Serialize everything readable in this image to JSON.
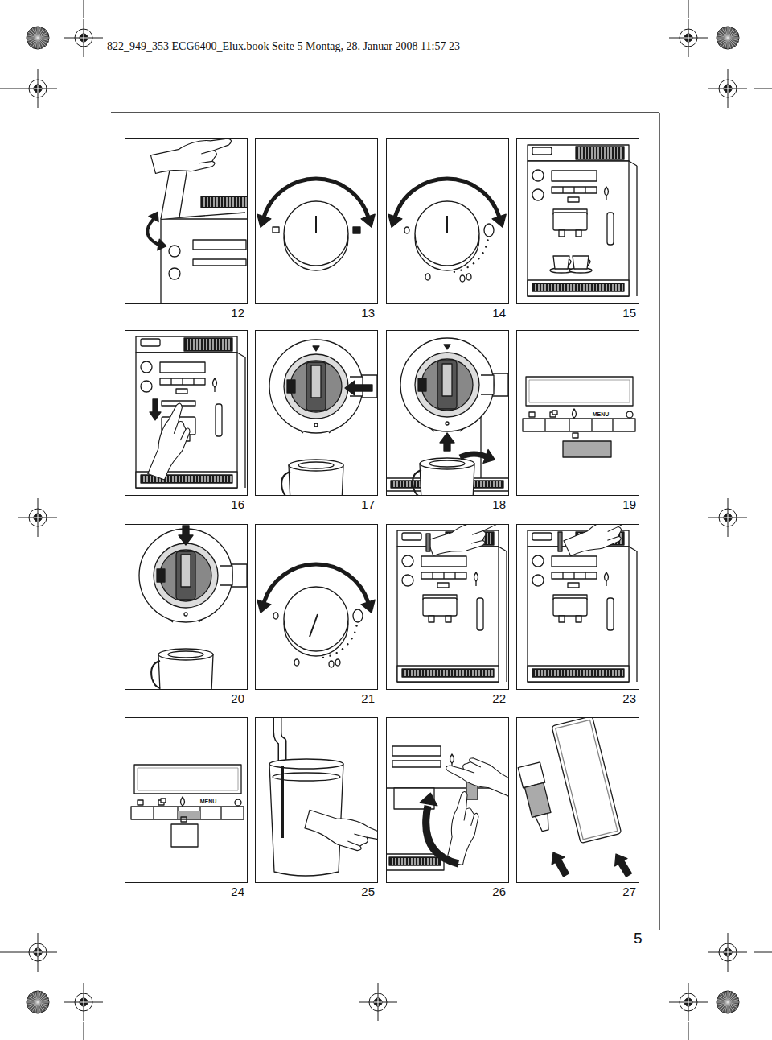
{
  "diagram": {
    "nodes": [
      {
        "text": [
          "12"
        ]
      },
      {
        "text": [
          "13"
        ]
      },
      {
        "text": [
          "14"
        ]
      },
      {
        "text": [
          "15"
        ]
      },
      {
        "text": [
          "16"
        ]
      },
      {
        "text": [
          "17"
        ]
      },
      {
        "text": [
          "18"
        ]
      },
      {
        "text": [
          "19"
        ]
      },
      {
        "text": [
          "20"
        ]
      },
      {
        "text": [
          "21"
        ]
      },
      {
        "text": [
          "22"
        ]
      },
      {
        "text": [
          "23"
        ]
      },
      {
        "text": [
          "24"
        ]
      },
      {
        "text": [
          "25"
        ]
      },
      {
        "text": [
          "26"
        ]
      },
      {
        "text": [
          "27"
        ]
      }
    ],
    "labels": [
      "822_949_353 ECG6400_Elux.book Seite 5 Montag, 28. Januar 2008 11:57 23",
      "MENU",
      "MENU",
      "5"
    ]
  }
}
